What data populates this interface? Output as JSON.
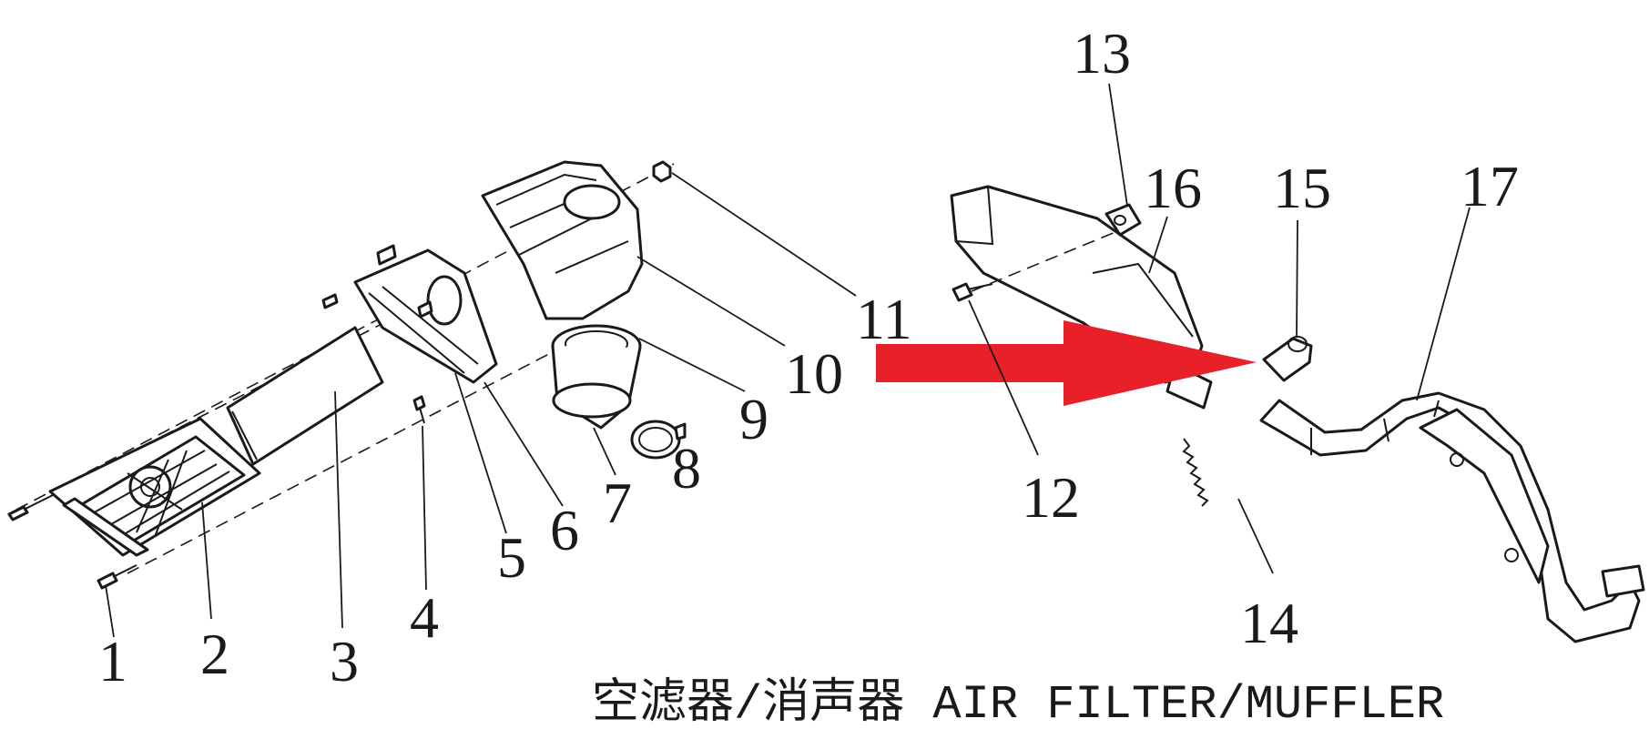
{
  "caption": "空滤器/消声器 AIR FILTER/MUFFLER",
  "callouts": {
    "p1": "1",
    "p2": "2",
    "p3": "3",
    "p4": "4",
    "p5": "5",
    "p6": "6",
    "p7": "7",
    "p8": "8",
    "p9": "9",
    "p10": "10",
    "p11": "11",
    "p12": "12",
    "p13": "13",
    "p14": "14",
    "p15": "15",
    "p16": "16",
    "p17": "17"
  },
  "colors": {
    "arrow": "#e8202a",
    "line": "#1a1a1a",
    "background": "#ffffff"
  }
}
